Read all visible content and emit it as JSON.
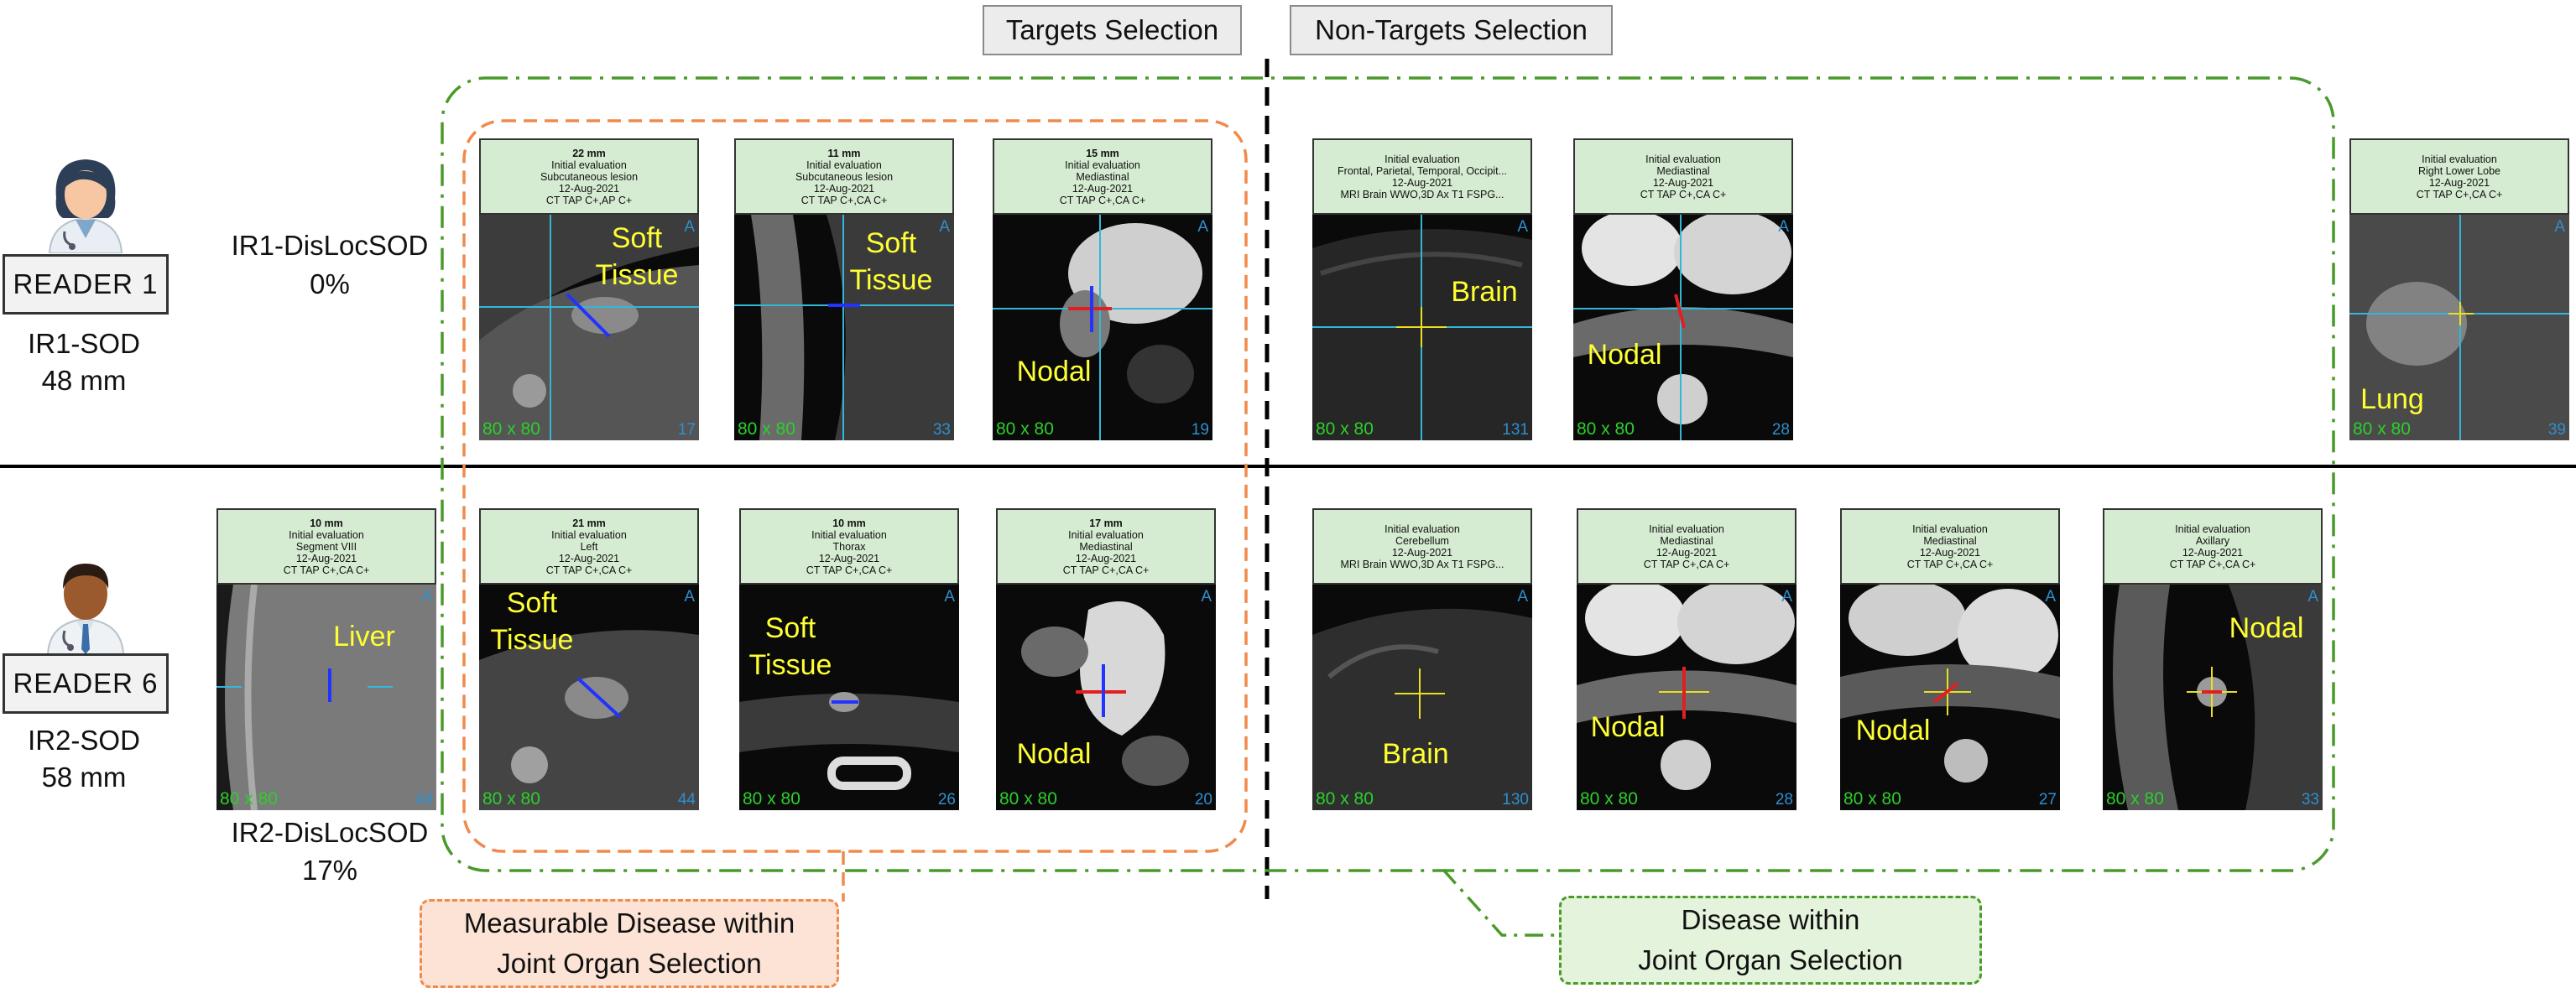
{
  "headers": {
    "targets": "Targets Selection",
    "non_targets": "Non-Targets Selection"
  },
  "reader1": {
    "label": "READER 1",
    "sod_label": "IR1-SOD",
    "sod_value": "48 mm",
    "disloc_label": "IR1-DisLocSOD",
    "disloc_value": "0%"
  },
  "reader6": {
    "label": "READER 6",
    "sod_label": "IR2-SOD",
    "sod_value": "58 mm",
    "disloc_label": "IR2-DisLocSOD",
    "disloc_value": "17%"
  },
  "legend": {
    "measurable_line1": "Measurable Disease within",
    "measurable_line2": "Joint Organ Selection",
    "disease_line1": "Disease within",
    "disease_line2": "Joint Organ Selection"
  },
  "colors": {
    "orange": "#f08a4b",
    "green_dashdot": "#4a9a2a",
    "info_bg": "#d6ecd2",
    "label_yellow": "#ffff33"
  },
  "cards": {
    "r1_t1": {
      "size": "22 mm",
      "l1": "Initial evaluation",
      "l2": "Subcutaneous lesion",
      "l3": "12-Aug-2021",
      "l4": "CT TAP C+,AP C+",
      "organ": "Soft Tissue",
      "dim": "80 x 80",
      "num": "17",
      "ori": "A"
    },
    "r1_t2": {
      "size": "11 mm",
      "l1": "Initial evaluation",
      "l2": "Subcutaneous lesion",
      "l3": "12-Aug-2021",
      "l4": "CT TAP C+,CA C+",
      "organ": "Soft Tissue",
      "dim": "80 x 80",
      "num": "33",
      "ori": "A"
    },
    "r1_t3": {
      "size": "15 mm",
      "l1": "Initial evaluation",
      "l2": "Mediastinal",
      "l3": "12-Aug-2021",
      "l4": "CT TAP C+,CA C+",
      "organ": "Nodal",
      "dim": "80 x 80",
      "num": "19",
      "ori": "A"
    },
    "r1_n1": {
      "l1": "Initial evaluation",
      "l2": "Frontal, Parietal, Temporal, Occipit...",
      "l3": "12-Aug-2021",
      "l4": "MRI Brain WWO,3D Ax T1 FSPG...",
      "organ": "Brain",
      "dim": "80 x 80",
      "num": "131",
      "ori": "A"
    },
    "r1_n2": {
      "l1": "Initial evaluation",
      "l2": "Mediastinal",
      "l3": "12-Aug-2021",
      "l4": "CT TAP C+,CA C+",
      "organ": "Nodal",
      "dim": "80 x 80",
      "num": "28",
      "ori": "A"
    },
    "r1_n3": {
      "l1": "Initial evaluation",
      "l2": "Right Lower Lobe",
      "l3": "12-Aug-2021",
      "l4": "CT TAP C+,CA C+",
      "organ": "Lung",
      "dim": "80 x 80",
      "num": "39",
      "ori": "A"
    },
    "r6_x": {
      "size": "10 mm",
      "l1": "Initial evaluation",
      "l2": "Segment VIII",
      "l3": "12-Aug-2021",
      "l4": "CT TAP C+,CA C+",
      "organ": "Liver",
      "dim": "80 x 80",
      "num": "49",
      "ori": "A"
    },
    "r6_t1": {
      "size": "21 mm",
      "l1": "Initial evaluation",
      "l2": "Left",
      "l3": "12-Aug-2021",
      "l4": "CT TAP C+,CA C+",
      "organ": "Soft Tissue",
      "dim": "80 x 80",
      "num": "44",
      "ori": "A"
    },
    "r6_t2": {
      "size": "10 mm",
      "l1": "Initial evaluation",
      "l2": "Thorax",
      "l3": "12-Aug-2021",
      "l4": "CT TAP C+,CA C+",
      "organ": "Soft Tissue",
      "dim": "80 x 80",
      "num": "26",
      "ori": "A"
    },
    "r6_t3": {
      "size": "17 mm",
      "l1": "Initial evaluation",
      "l2": "Mediastinal",
      "l3": "12-Aug-2021",
      "l4": "CT TAP C+,CA C+",
      "organ": "Nodal",
      "dim": "80 x 80",
      "num": "20",
      "ori": "A"
    },
    "r6_n1": {
      "l1": "Initial evaluation",
      "l2": "Cerebellum",
      "l3": "12-Aug-2021",
      "l4": "MRI Brain WWO,3D Ax T1 FSPG...",
      "organ": "Brain",
      "dim": "80 x 80",
      "num": "130",
      "ori": "A"
    },
    "r6_n2": {
      "l1": "Initial evaluation",
      "l2": "Mediastinal",
      "l3": "12-Aug-2021",
      "l4": "CT TAP C+,CA C+",
      "organ": "Nodal",
      "dim": "80 x 80",
      "num": "28",
      "ori": "A"
    },
    "r6_n3": {
      "l1": "Initial evaluation",
      "l2": "Mediastinal",
      "l3": "12-Aug-2021",
      "l4": "CT TAP C+,CA C+",
      "organ": "Nodal",
      "dim": "80 x 80",
      "num": "27",
      "ori": "A"
    },
    "r6_n4": {
      "l1": "Initial evaluation",
      "l2": "Axillary",
      "l3": "12-Aug-2021",
      "l4": "CT TAP C+,CA C+",
      "organ": "Nodal",
      "dim": "80 x 80",
      "num": "33",
      "ori": "A"
    }
  }
}
